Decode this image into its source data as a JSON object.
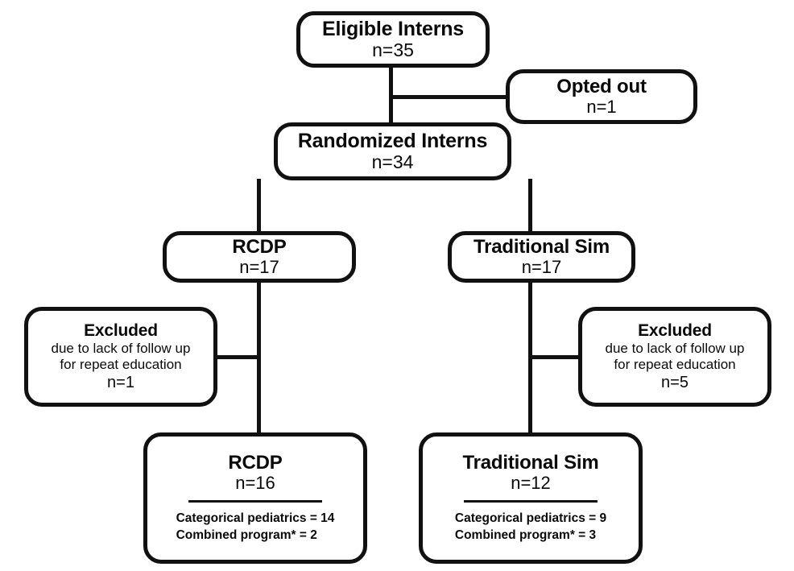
{
  "diagram": {
    "type": "consort-flow-diagram",
    "nodes": {
      "eligible": {
        "title": "Eligible Interns",
        "count": "n=35"
      },
      "opted_out": {
        "title": "Opted out",
        "count": "n=1"
      },
      "randomized": {
        "title": "Randomized Interns",
        "count": "n=34"
      },
      "rcdp_arm": {
        "title": "RCDP",
        "count": "n=17"
      },
      "trad_arm": {
        "title": "Traditional Sim",
        "count": "n=17"
      },
      "excluded_left": {
        "title": "Excluded",
        "reason_line1": "due to lack of follow up",
        "reason_line2": "for repeat education",
        "count": "n=1"
      },
      "excluded_right": {
        "title": "Excluded",
        "reason_line1": "due to lack of follow up",
        "reason_line2": "for repeat education",
        "count": "n=5"
      },
      "rcdp_final": {
        "title": "RCDP",
        "count": "n=16",
        "detail1": "Categorical pediatrics = 14",
        "detail2": "Combined program* = 2"
      },
      "trad_final": {
        "title": "Traditional Sim",
        "count": "n=12",
        "detail1": "Categorical pediatrics = 9",
        "detail2": "Combined program* = 3"
      }
    },
    "colors": {
      "stroke": "#111111",
      "background": "#ffffff",
      "text": "#0a0a0a"
    }
  }
}
